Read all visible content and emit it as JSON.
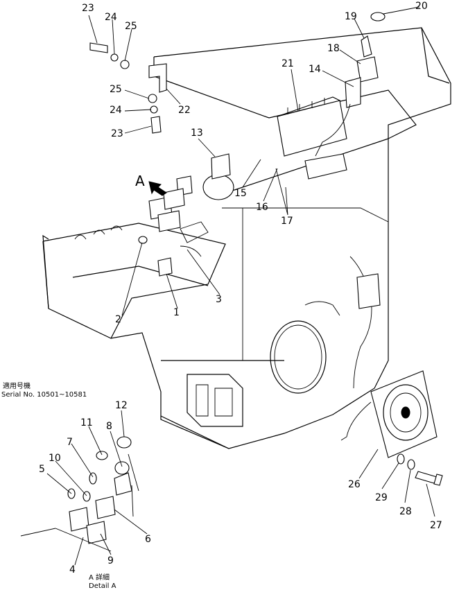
{
  "callouts": [
    "1",
    "2",
    "3",
    "4",
    "5",
    "6",
    "7",
    "8",
    "9",
    "10",
    "11",
    "12",
    "13",
    "14",
    "15",
    "16",
    "17",
    "18",
    "19",
    "20",
    "21",
    "22",
    "23",
    "24",
    "25",
    "26",
    "27",
    "28",
    "29"
  ],
  "view_marker": "A",
  "detail_note": {
    "serial_jp": "適用号機",
    "serial_en": "Serial No. 10501~10581",
    "detail_jp": "A 詳細",
    "detail_en": "Detail A"
  }
}
